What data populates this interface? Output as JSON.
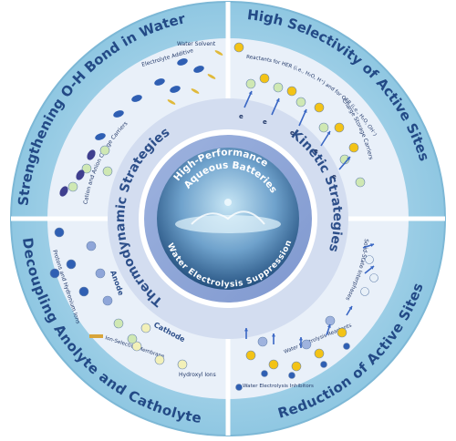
{
  "center": {
    "title_line1": "High-Performance",
    "title_line2": "Aqueous Batteries",
    "subtitle": "Water Electrolysis Suppression"
  },
  "middle_ring": {
    "left": "Thermodynamic Strategies",
    "right": "Kinetic Strategies"
  },
  "outer_ring": {
    "top_left": "Strengthening O-H Bond in Water",
    "top_right": "High Selectivity of Active Sites",
    "bottom_left": "Decoupling Anolyte and Catholyte",
    "bottom_right": "Reduction of Active Sites"
  },
  "labels": {
    "water_solvent": "Water Solvent",
    "electrolyte_additive": "Electrolyte Additive",
    "charge_carriers_tl": "Cation and Anion Charge Carriers",
    "reactants_her": "Reactants for HER (i.e., H₂O, H⁺) and for OER (i.e., H₂O, OH⁻)",
    "charge_storage_carriers": "Charge Storage Carriers",
    "electron": "e",
    "protons": "Protons and Hydronium Ions",
    "anode": "Anode",
    "cathode": "Cathode",
    "membrane": "Ion-Selective Membrane",
    "hydroxyl": "Hydroxyl Ions",
    "sei": "Solid-State Interphases",
    "electrolysis_reactants": "Water Electrolysis Reactants",
    "electrolysis_inhibitors": "Water Electrolysis Inhibitors"
  },
  "colors": {
    "outer_ring": "#9fd0e6",
    "panel_bg": "#e6eef8",
    "middle_ring": "#c9d6ee",
    "inner_band": "#8ea6d6",
    "center": "#4f7fb0",
    "particle_yellow": "#f3c316",
    "particle_green": "#cfe8b3",
    "particle_blue": "#2f5fb3",
    "arrow_blue": "#3a67c4"
  }
}
